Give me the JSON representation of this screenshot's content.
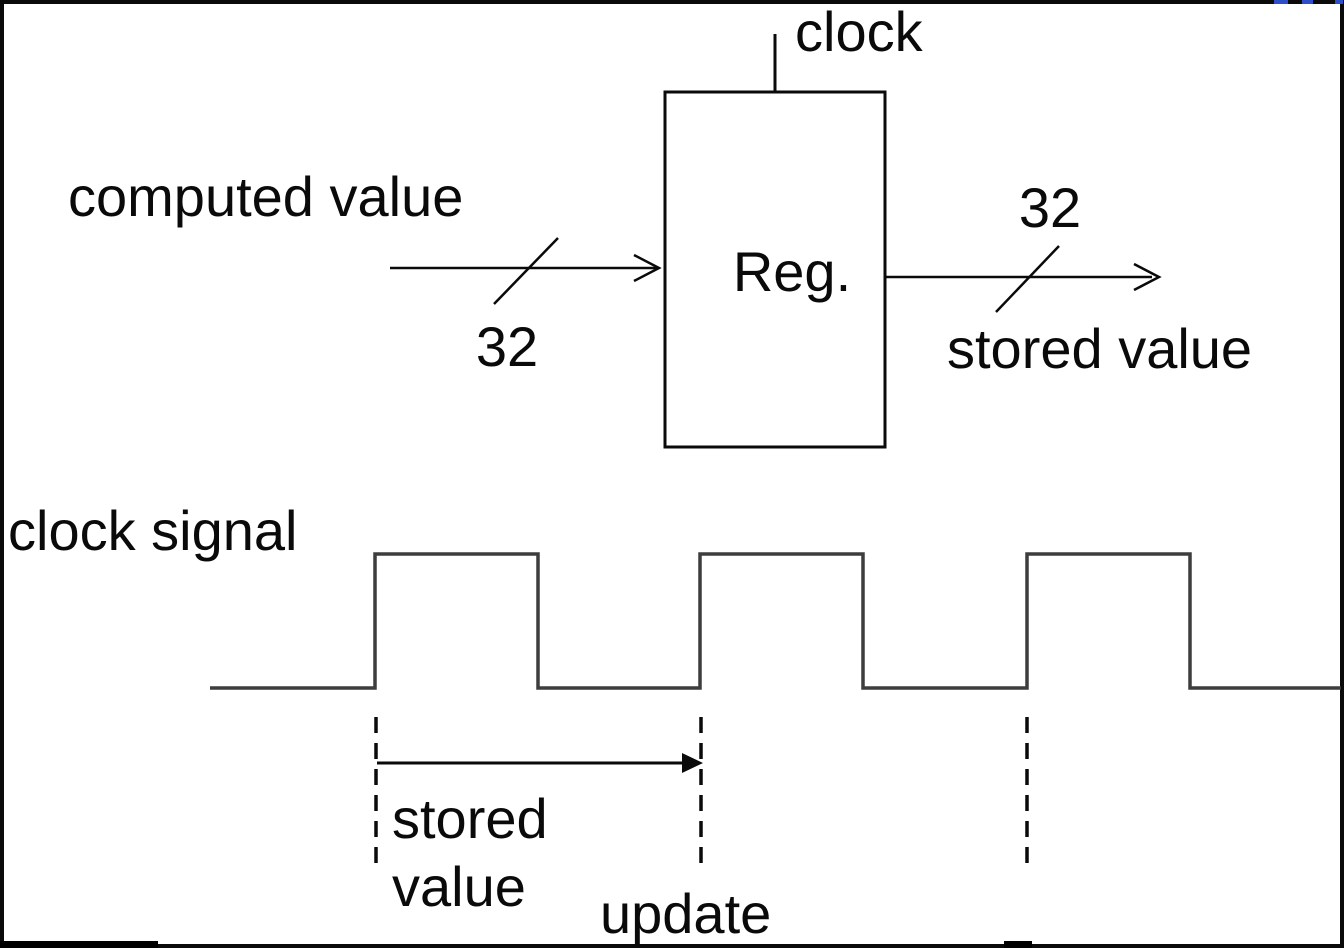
{
  "register_diagram": {
    "clock_pin_label": "clock",
    "register_label": "Reg.",
    "input": {
      "label": "computed value",
      "bus_width": "32"
    },
    "output": {
      "label": "stored value",
      "bus_width": "32"
    }
  },
  "timing_diagram": {
    "signal_label": "clock signal",
    "stored_annotation": {
      "line1": "stored",
      "line2": "value"
    },
    "update_label": "update",
    "waveform": {
      "type": "square-wave",
      "pulse_count": 3,
      "rising_edge_markers": 3
    }
  },
  "colors": {
    "background": "#ffffff",
    "border": "#000000",
    "ink": "#0a0a0a",
    "waveform": "#3d3d3d",
    "accent_blue": "#2e4fc7"
  }
}
